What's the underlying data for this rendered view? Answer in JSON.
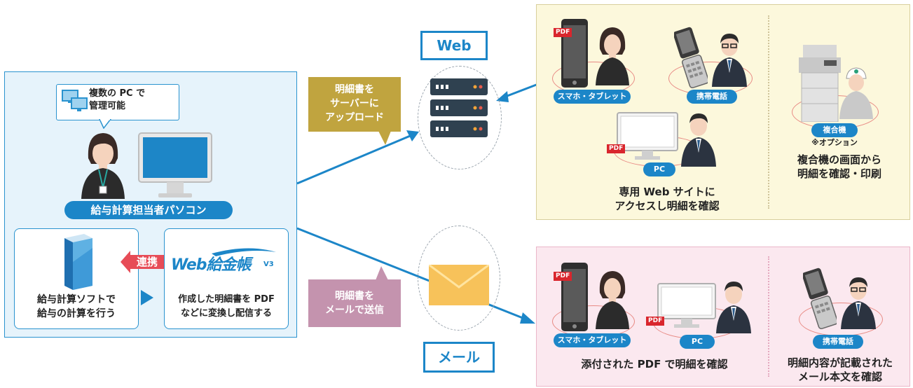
{
  "left_panel": {
    "multi_pc_bubble": [
      "複数の PC で",
      "管理可能"
    ],
    "operator_pc_label": "給与計算担当者パソコン",
    "link_badge": "連携",
    "software_caption": [
      "給与計算ソフトで",
      "給与の計算を行う"
    ],
    "web_logo": {
      "text": "Web給金帳",
      "version": "V3"
    },
    "web_caption": [
      "作成した明細書を PDF",
      "などに変換し配信する"
    ]
  },
  "web_flow": {
    "tag": "Web",
    "callout": [
      "明細書を",
      "サーバーに",
      "アップロード"
    ]
  },
  "mail_flow": {
    "tag": "メール",
    "callout": [
      "明細書を",
      "メールで送信"
    ]
  },
  "web_panel": {
    "smartphone_label": "スマホ・タブレット",
    "feature_phone_label": "携帯電話",
    "pc_label": "PC",
    "pdf_badge": "PDF",
    "web_caption": [
      "専用 Web サイトに",
      "アクセスし明細を確認"
    ],
    "mfp_label": "複合機",
    "option_note": "※オプション",
    "mfp_caption": [
      "複合機の画面から",
      "明細を確認・印刷"
    ]
  },
  "mail_panel": {
    "smartphone_label": "スマホ・タブレット",
    "pc_label": "PC",
    "feature_phone_label": "携帯電話",
    "pdf_badge": "PDF",
    "attach_caption": "添付された PDF で明細を確認",
    "body_caption": [
      "明細内容が記載された",
      "メール本文を確認"
    ]
  },
  "colors": {
    "primary_blue": "#1c86c8",
    "callout_gold": "#c0a43f",
    "callout_mauve": "#c493ae",
    "link_red": "#e74c57",
    "pdf_red": "#d9262d"
  }
}
